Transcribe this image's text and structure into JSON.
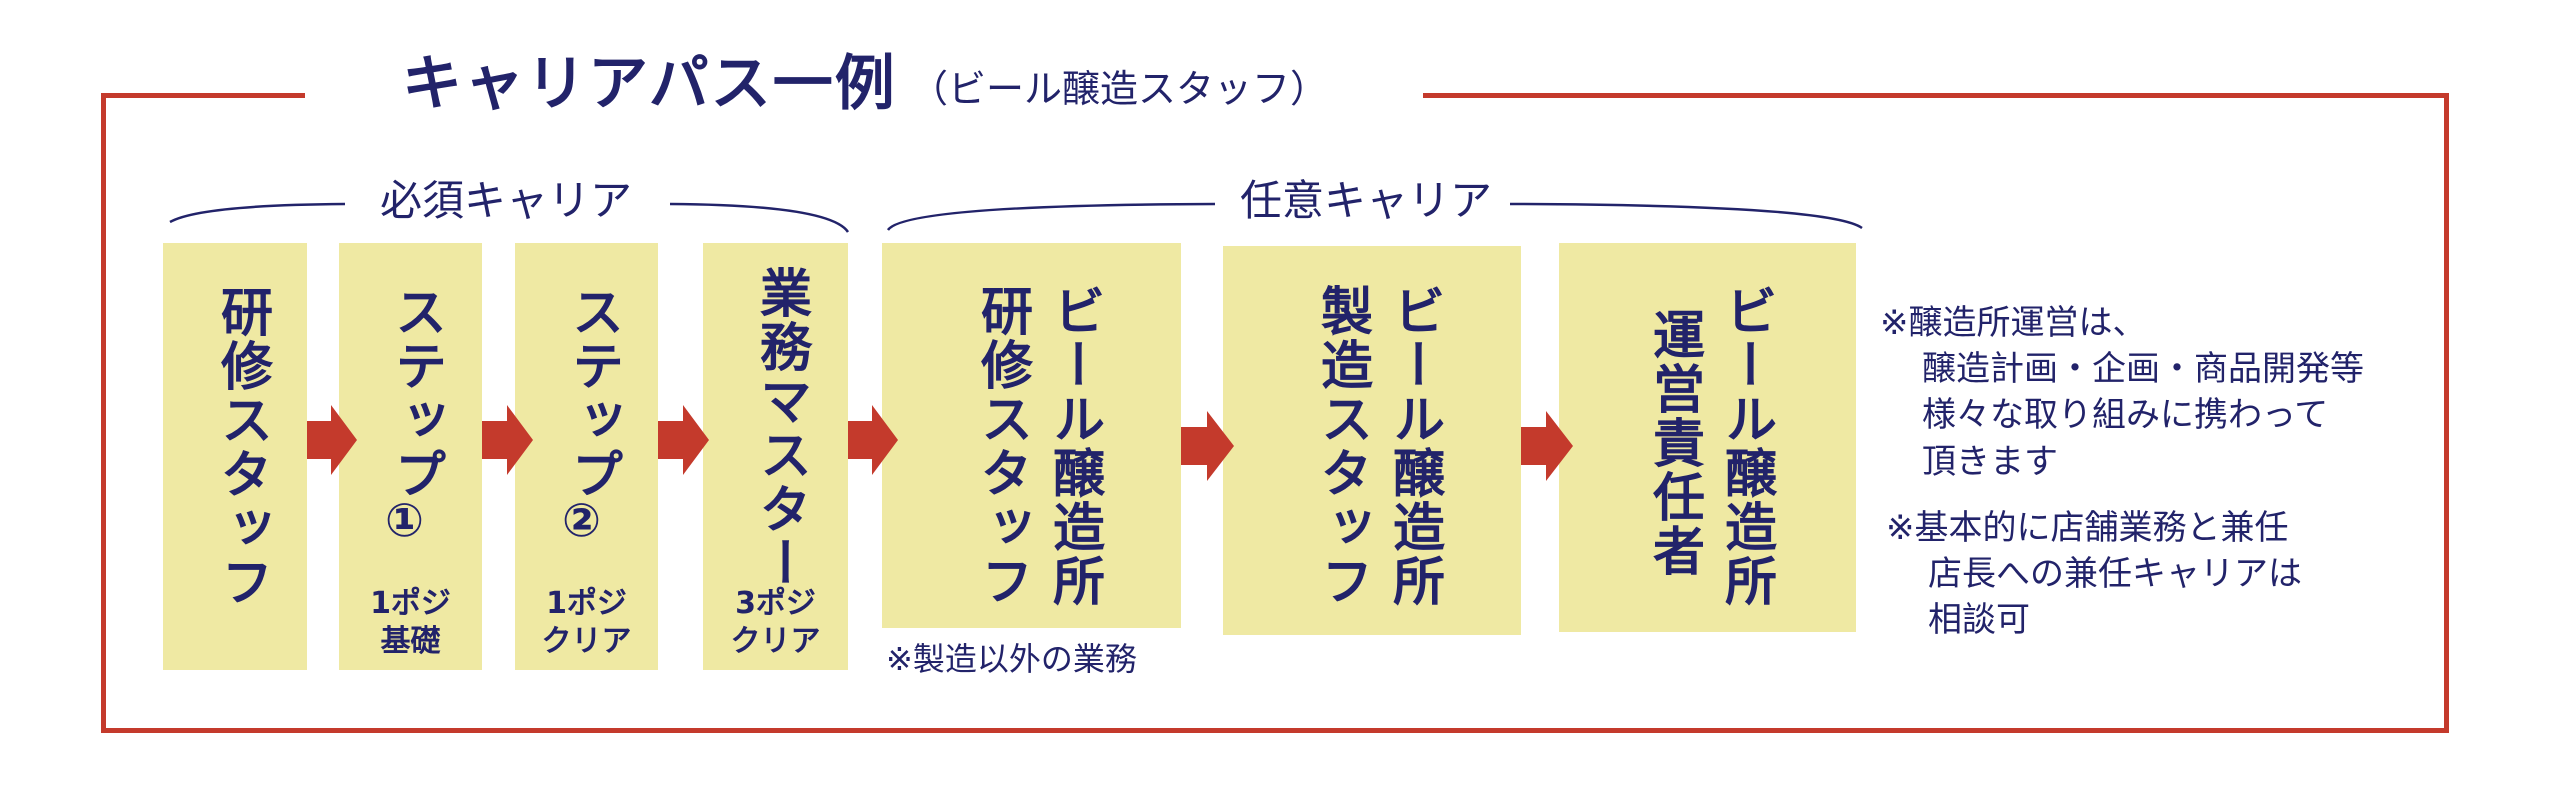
{
  "title": {
    "main": "キャリアパス一例",
    "sub": "（ビール醸造スタッフ）"
  },
  "sections": {
    "required": "必須キャリア",
    "optional": "任意キャリア"
  },
  "steps": [
    {
      "label": "研修スタッフ",
      "note": ""
    },
    {
      "label": "ステップ",
      "marker": "①",
      "note": "1ポジ\n基礎"
    },
    {
      "label": "ステップ",
      "marker": "②",
      "note": "1ポジ\nクリア"
    },
    {
      "label": "業務マスター",
      "note": "3ポジ\nクリア"
    },
    {
      "label_col1": "ビール醸造所",
      "label_col2": "研修スタッフ"
    },
    {
      "label_col1": "ビール醸造所",
      "label_col2": "製造スタッフ"
    },
    {
      "label_col1": "ビール醸造所",
      "label_col2": "運営責任者"
    }
  ],
  "notes": {
    "below_training": "※製造以外の業務",
    "side_1": "※醸造所運営は、\n　醸造計画・企画・商品開発等\n　様々な取り組みに携わって\n　頂きます",
    "side_2": "※基本的に店舗業務と兼任\n　店長への兼任キャリアは\n　相談可"
  },
  "colors": {
    "frame": "#c43a2c",
    "arrow": "#c43a2c",
    "box": "#efe9a3",
    "text": "#22236a"
  }
}
